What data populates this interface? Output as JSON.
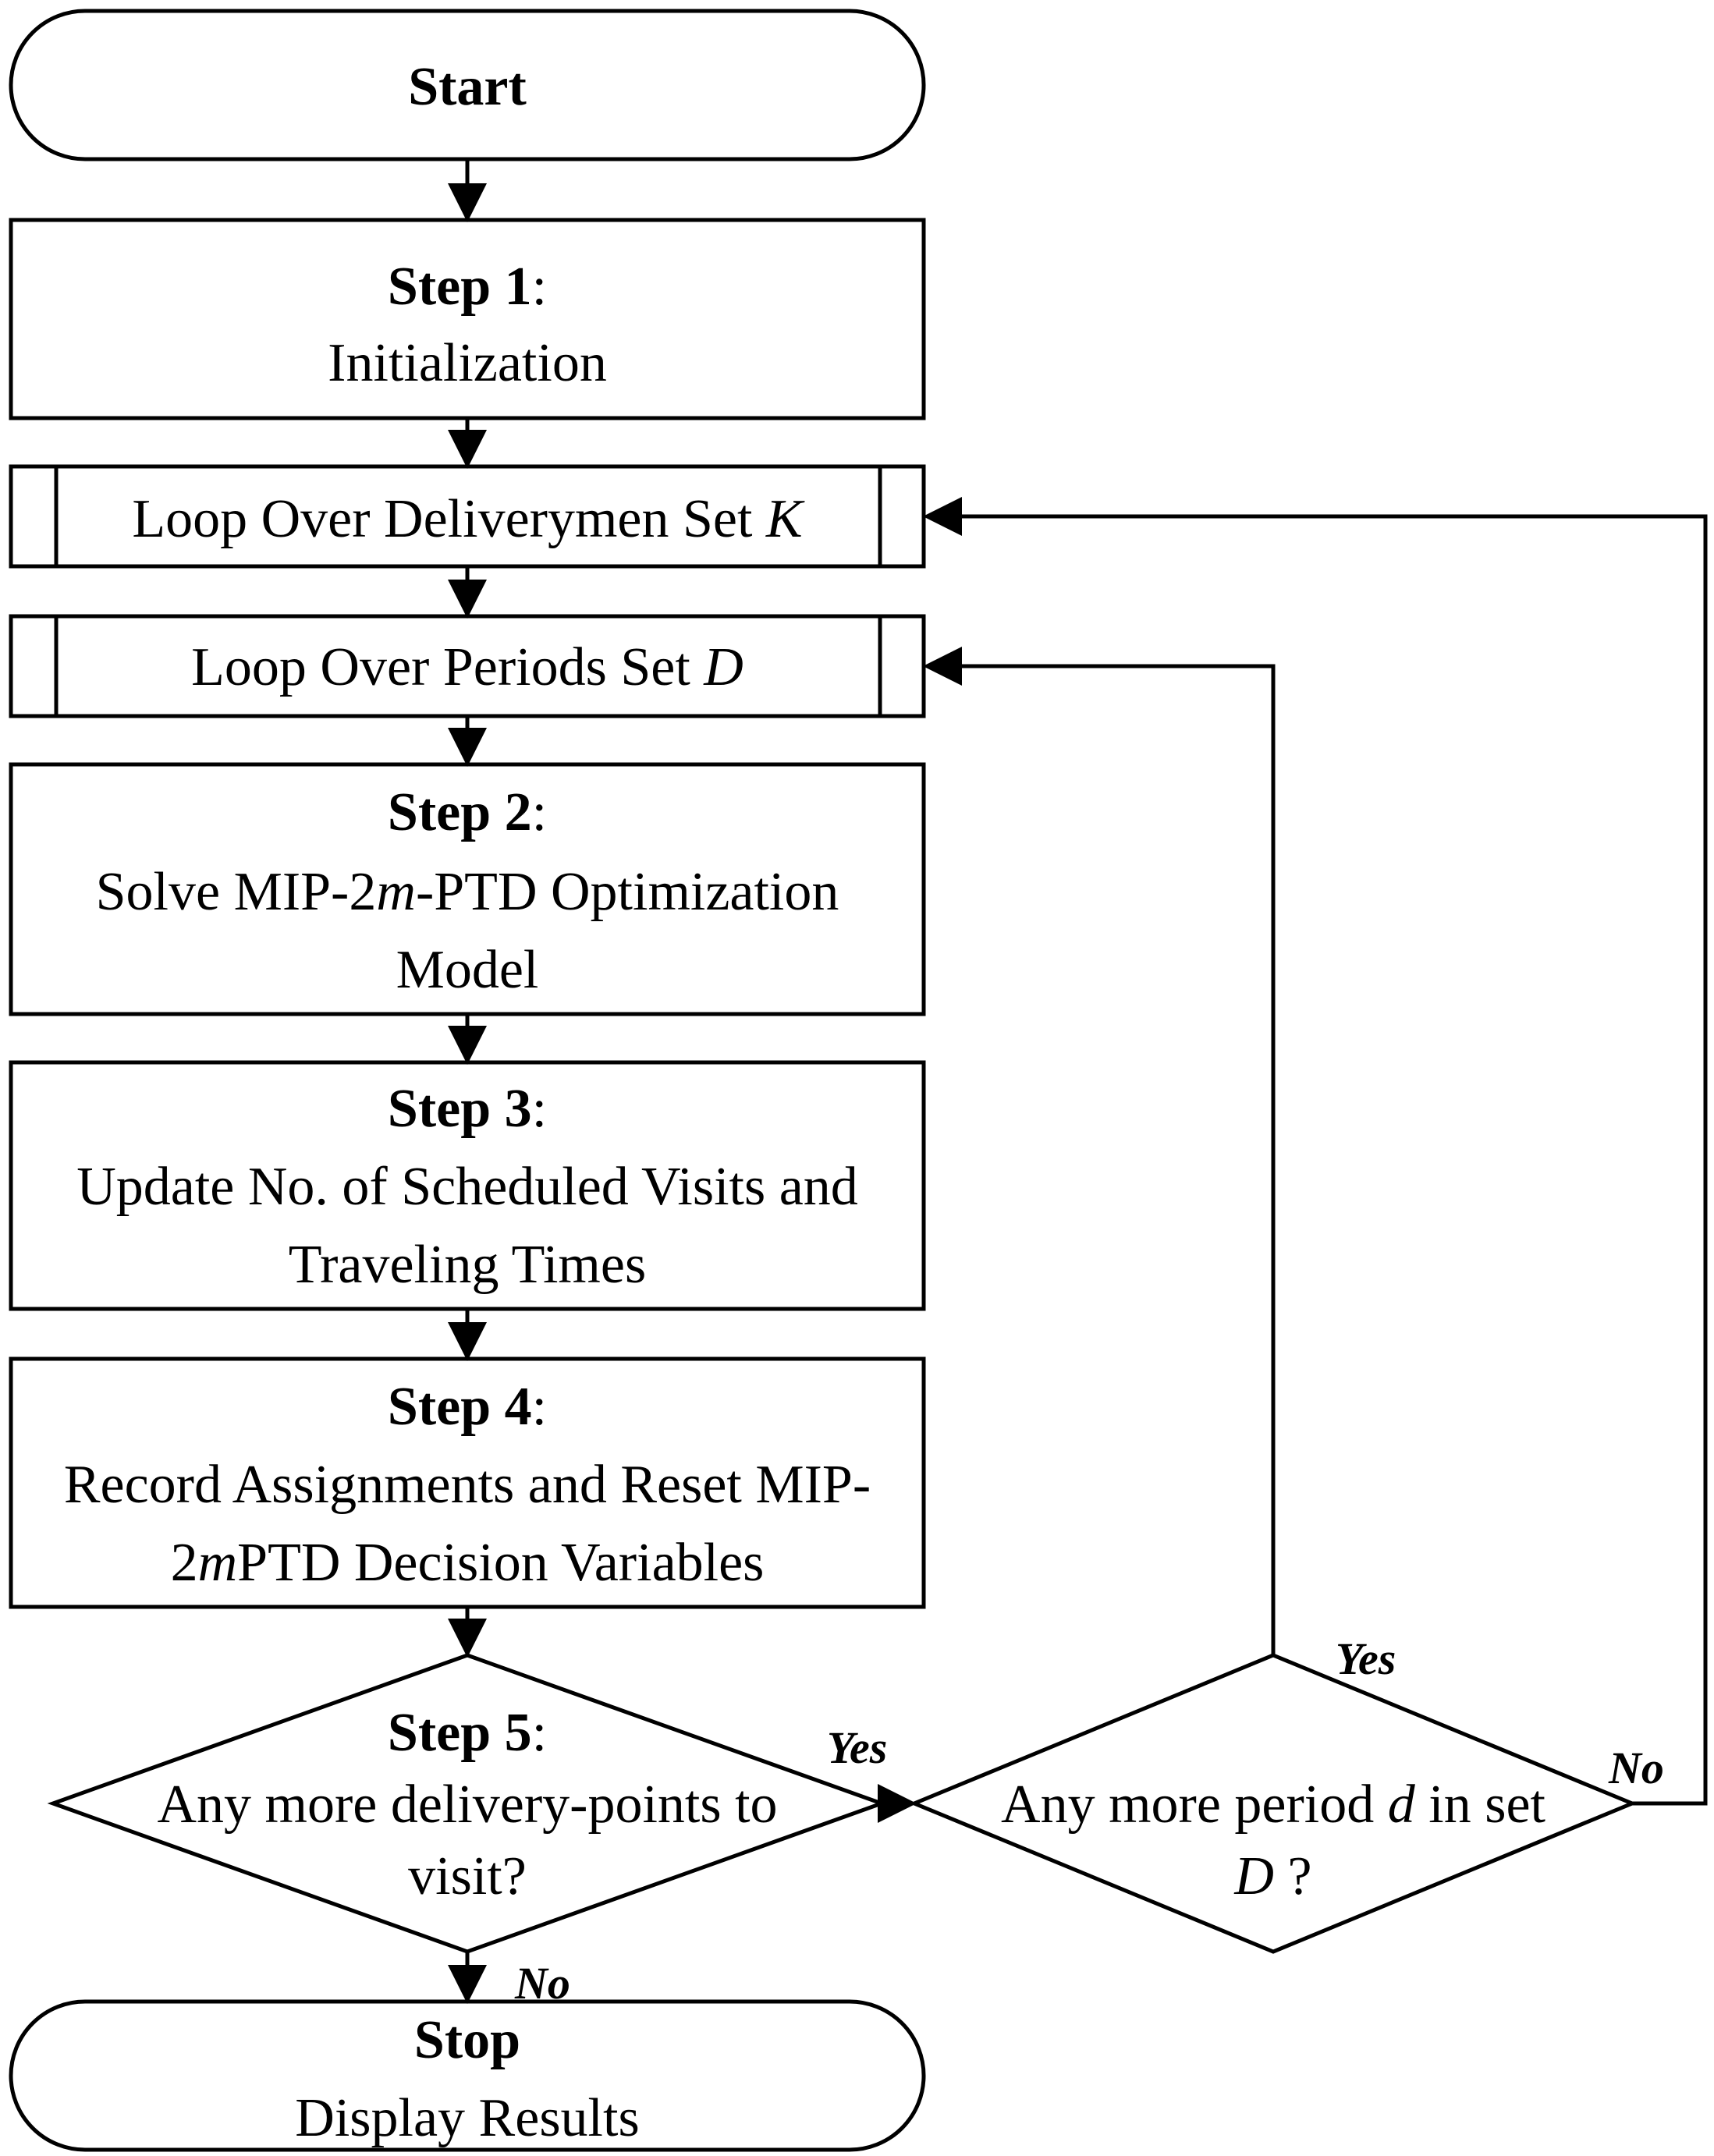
{
  "start": {
    "label": "Start"
  },
  "step1": {
    "title": "Step 1",
    "colon": ":",
    "line1": "Initialization"
  },
  "loop_k": {
    "prefix": "Loop Over Deliverymen Set ",
    "var": "K"
  },
  "loop_d": {
    "prefix": "Loop Over Periods Set ",
    "var": "D"
  },
  "step2": {
    "title": "Step 2",
    "colon": ":",
    "line1_a": "Solve MIP-2",
    "line1_var": "m",
    "line1_b": "-PTD Optimization",
    "line2": "Model"
  },
  "step3": {
    "title": "Step 3",
    "colon": ":",
    "line1": "Update No. of Scheduled Visits and",
    "line2": "Traveling Times"
  },
  "step4": {
    "title": "Step 4",
    "colon": ":",
    "line1": "Record Assignments and Reset MIP-",
    "line2_a": "2",
    "line2_var": "m",
    "line2_b": "PTD Decision Variables"
  },
  "step5": {
    "title": "Step 5",
    "colon": ":",
    "line1": "Any more delivery-points to",
    "line2": "visit?"
  },
  "period_decision": {
    "line1_a": "Any more period ",
    "line1_var": "d",
    "line1_b": " in set",
    "line2_var": "D",
    "line2_b": " ?"
  },
  "labels": {
    "yes_step5": "Yes",
    "no_step5": "No",
    "yes_period": "Yes",
    "no_period": "No"
  },
  "stop": {
    "title": "Stop",
    "subtitle": "Display Results"
  }
}
